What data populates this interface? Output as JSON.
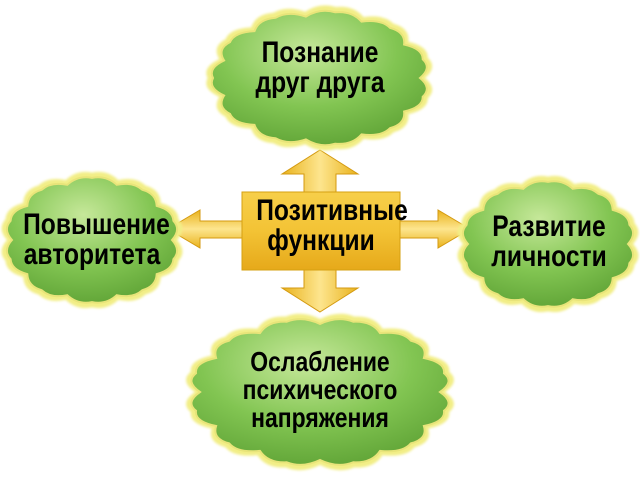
{
  "center": {
    "lines": [
      "Позитивные",
      "функции"
    ]
  },
  "nodes": [
    {
      "id": "top",
      "lines": [
        "Познание",
        "друг друга"
      ]
    },
    {
      "id": "left",
      "lines": [
        "Повышение",
        "авторитета"
      ]
    },
    {
      "id": "right",
      "lines": [
        "Развитие",
        "личности"
      ]
    },
    {
      "id": "bottom",
      "lines": [
        "Ослабление",
        "психического",
        "напряжения"
      ]
    }
  ],
  "colors": {
    "cloud_fill": "#7cc24e",
    "cloud_light": "#b9e08c",
    "cloud_border": "#f2ee86",
    "arrow_fill": "#f2c230",
    "arrow_light": "#fde38a",
    "center_fill": "#f0b820"
  }
}
